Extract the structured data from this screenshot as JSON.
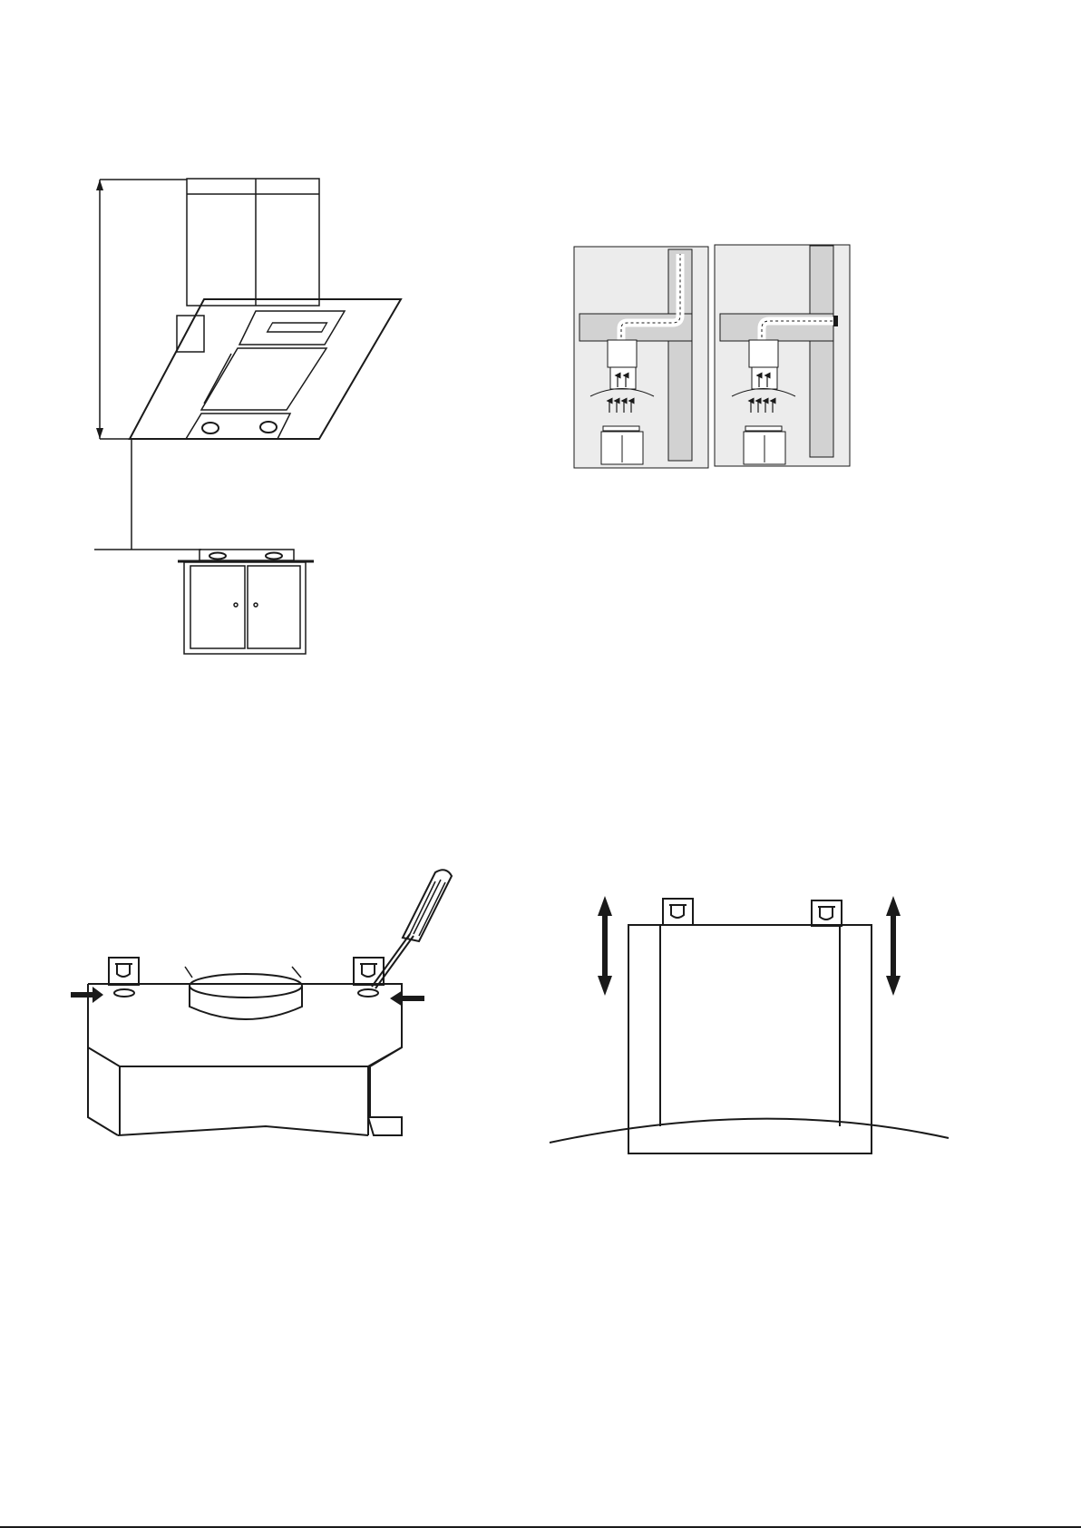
{
  "page": {
    "description_free": true
  },
  "figures": {
    "hood_side_view": {
      "icon": "cooker-hood-installation-height-diagram"
    },
    "airflow_panels": [
      {
        "icon": "vertical-duct-airflow-diagram"
      },
      {
        "icon": "horizontal-duct-airflow-diagram"
      }
    ],
    "mounting_top_view": {
      "icon": "hood-top-screw-removal-diagram"
    },
    "chimney_adjust": {
      "icon": "chimney-height-adjustment-diagram"
    }
  },
  "colors": {
    "line": "#1a1a1a",
    "panel_bg": "#ececec",
    "wall": "#d2d2d2"
  }
}
